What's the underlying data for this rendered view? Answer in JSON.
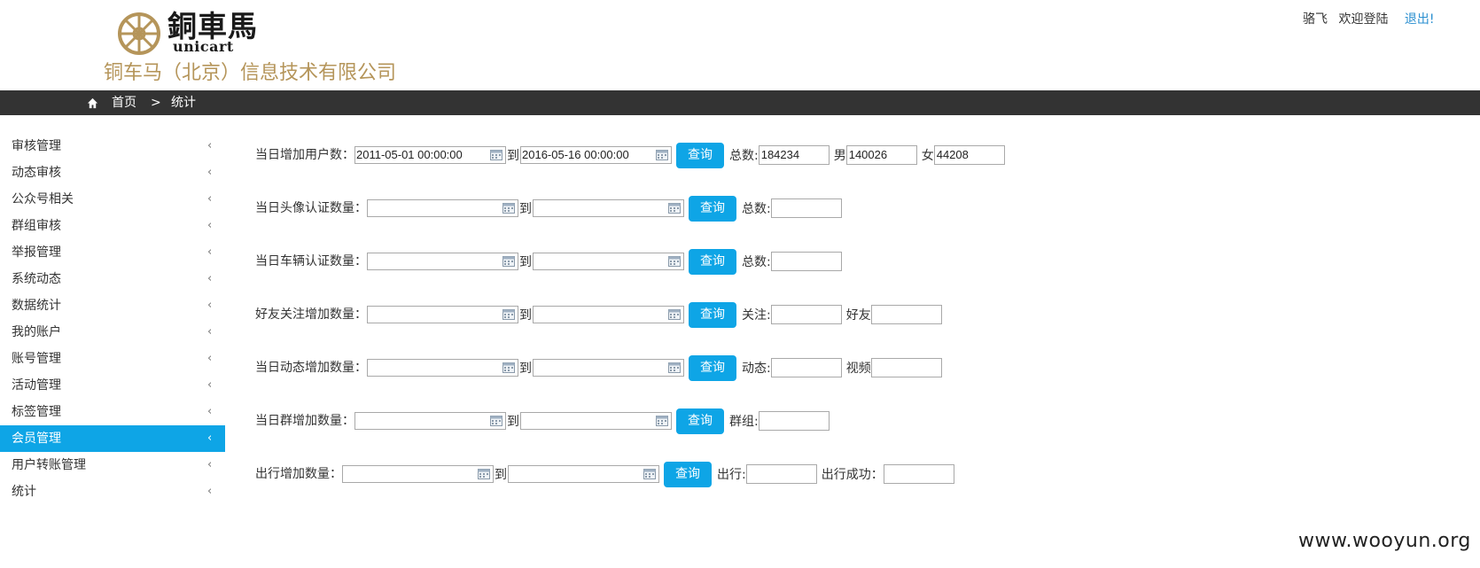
{
  "header": {
    "logo_cn": "銅車馬",
    "logo_en": "unicart",
    "company": "铜车马（北京）信息技术有限公司",
    "user_name": "骆飞",
    "welcome": "欢迎登陆",
    "logout": "退出!"
  },
  "nav": {
    "home": "首页",
    "separator": ">",
    "current": "统计"
  },
  "sidebar": {
    "items": [
      {
        "label": "审核管理"
      },
      {
        "label": "动态审核"
      },
      {
        "label": "公众号相关"
      },
      {
        "label": "群组审核"
      },
      {
        "label": "举报管理"
      },
      {
        "label": "系统动态"
      },
      {
        "label": "数据统计"
      },
      {
        "label": "我的账户"
      },
      {
        "label": "账号管理"
      },
      {
        "label": "活动管理"
      },
      {
        "label": "标签管理"
      },
      {
        "label": "会员管理",
        "active": true
      },
      {
        "label": "用户转账管理"
      },
      {
        "label": "统计"
      }
    ],
    "chevron": "‹"
  },
  "form": {
    "to": "到",
    "query": "查询",
    "rows": [
      {
        "label": "当日增加用户数：",
        "start": "2011-05-01 00:00:00",
        "end": "2016-05-16 00:00:00",
        "outputs": [
          {
            "label": "总数:",
            "value": "184234"
          },
          {
            "label": "男",
            "value": "140026"
          },
          {
            "label": "女",
            "value": "44208"
          }
        ]
      },
      {
        "label": "当日头像认证数量：",
        "start": "",
        "end": "",
        "outputs": [
          {
            "label": "总数:",
            "value": ""
          }
        ]
      },
      {
        "label": "当日车辆认证数量：",
        "start": "",
        "end": "",
        "outputs": [
          {
            "label": "总数:",
            "value": ""
          }
        ]
      },
      {
        "label": "好友关注增加数量：",
        "start": "",
        "end": "",
        "outputs": [
          {
            "label": "关注:",
            "value": ""
          },
          {
            "label": "好友",
            "value": ""
          }
        ]
      },
      {
        "label": "当日动态增加数量：",
        "start": "",
        "end": "",
        "outputs": [
          {
            "label": "动态:",
            "value": ""
          },
          {
            "label": "视频",
            "value": ""
          }
        ]
      },
      {
        "label": "当日群增加数量：",
        "start": "",
        "end": "",
        "outputs": [
          {
            "label": "群组:",
            "value": ""
          }
        ]
      },
      {
        "label": "出行增加数量：",
        "start": "",
        "end": "",
        "outputs": [
          {
            "label": "出行:",
            "value": ""
          },
          {
            "label": "出行成功：",
            "value": ""
          }
        ]
      }
    ]
  },
  "watermark": "www.wooyun.org",
  "colors": {
    "accent": "#0ea5e6",
    "navbar": "#333333",
    "company_gold": "#b5955a",
    "link_blue": "#2a8fd0"
  }
}
